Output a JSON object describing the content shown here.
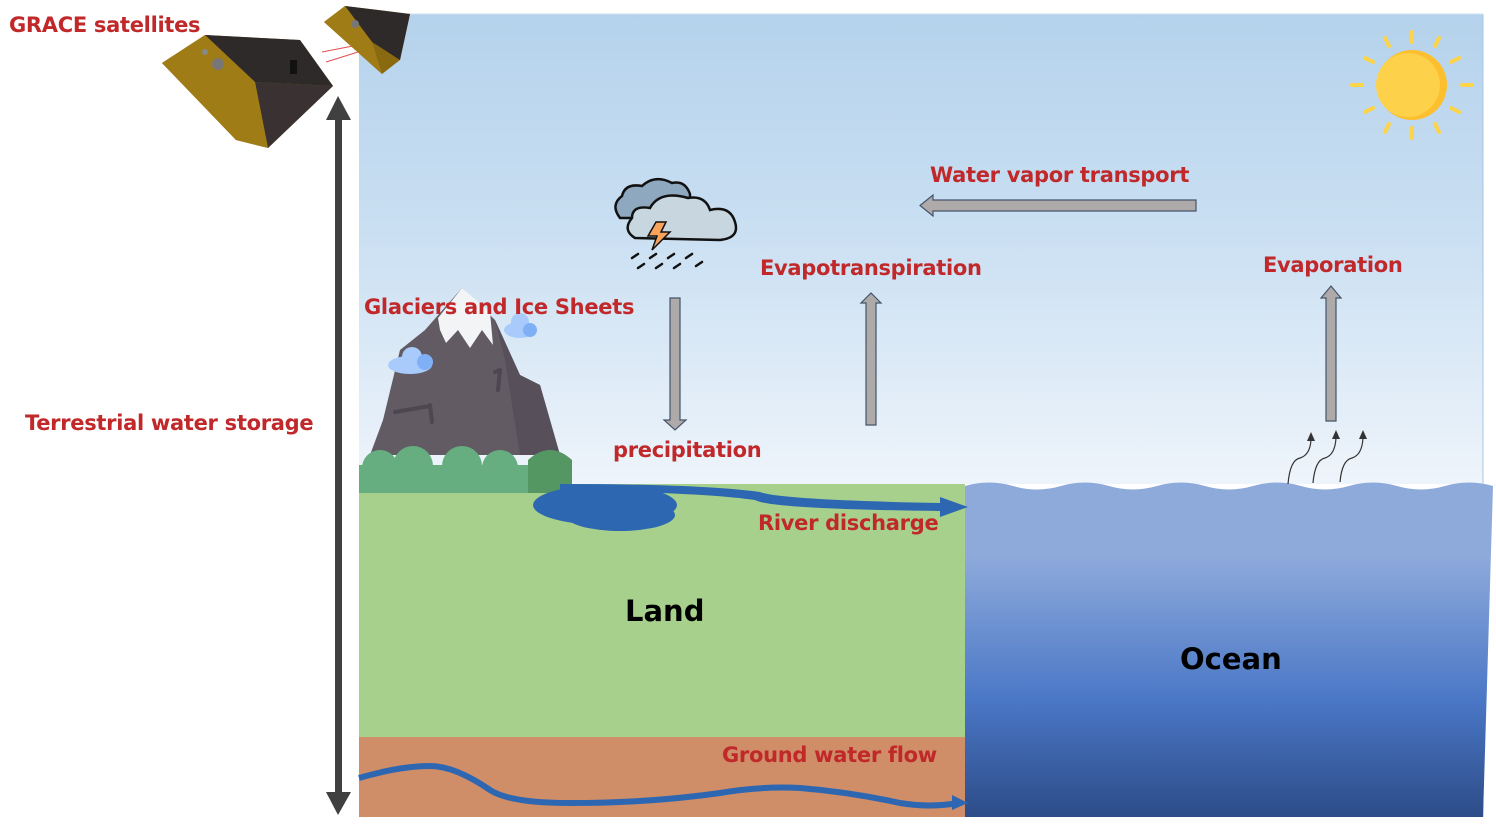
{
  "title": "Terrestrial water cycle and GRACE observation diagram",
  "labels": {
    "grace": "GRACE satellites",
    "tws": "Terrestrial water storage",
    "glaciers": "Glaciers and Ice Sheets",
    "precipitation": "precipitation",
    "evapotranspiration": "Evapotranspiration",
    "water_vapor": "Water vapor transport",
    "evaporation": "Evaporation",
    "river": "River discharge",
    "land": "Land",
    "ocean": "Ocean",
    "groundwater": "Ground water flow"
  },
  "colors": {
    "label_red": "#c0282a",
    "sky_top": "#b3d1ec",
    "sky_bottom": "#eef4fb",
    "land": "#a8d08d",
    "soil": "#cf8d68",
    "ocean_top": "#8eaadb",
    "ocean_bottom": "#2e4f8c",
    "water_blue": "#2e67b1",
    "arrow_gray": "#aeaaaa",
    "tws_arrow": "#404040",
    "sun": "#fdd447"
  },
  "icons": {
    "satellites": "grace-satellites-icon",
    "sun": "sun-icon",
    "storm_cloud": "storm-cloud-icon",
    "mountain": "snowy-mountain-icon"
  }
}
